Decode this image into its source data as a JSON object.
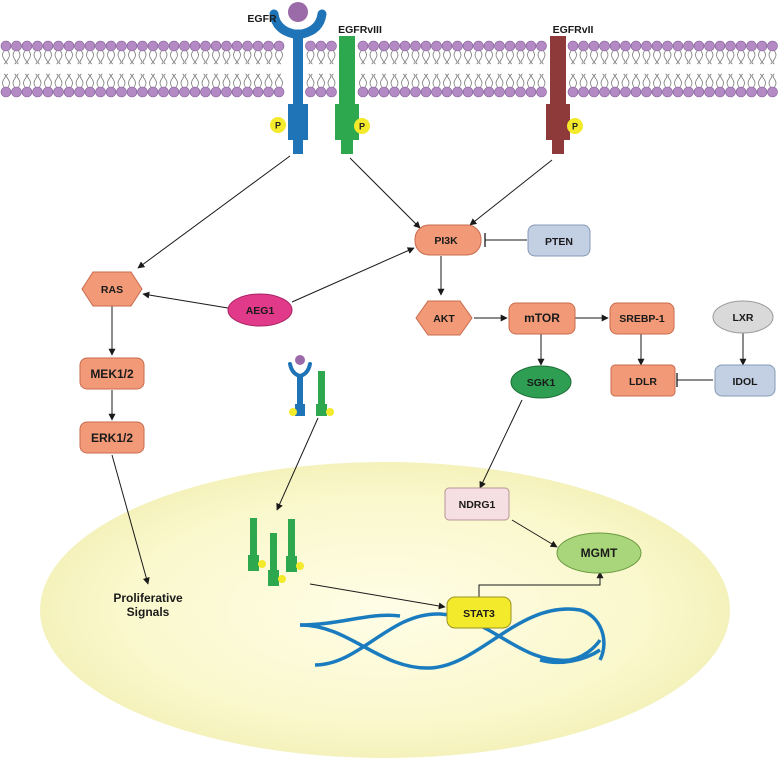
{
  "receptors": {
    "egfr": "EGFR",
    "egfrviii": "EGFRvIII",
    "egfrvii": "EGFRvII",
    "phospho": "P"
  },
  "nodes": {
    "ras": "RAS",
    "mek": "MEK1/2",
    "erk": "ERK1/2",
    "aeg1": "AEG1",
    "pi3k": "PI3K",
    "pten": "PTEN",
    "akt": "AKT",
    "mtor": "mTOR",
    "srebp": "SREBP-1",
    "lxr": "LXR",
    "ldlr": "LDLR",
    "idol": "IDOL",
    "sgk1": "SGK1",
    "ndrg1": "NDRG1",
    "mgmt": "MGMT",
    "stat3": "STAT3"
  },
  "labels": {
    "proliferative_line1": "Proliferative",
    "proliferative_line2": "Signals"
  },
  "colors": {
    "membrane_head": "#b48ac4",
    "membrane_head_stroke": "#7d5a94",
    "egfr_blue": "#1f74b7",
    "egfrviii_green": "#2ea84f",
    "egfrvii_red": "#8f3a3a",
    "ligand": "#9b6aa9",
    "phospho_yellow": "#f2ea2a",
    "salmon": "#f29a78",
    "pink": "#e13a8b",
    "light_blue": "#c3d0e4",
    "grey": "#d9d9d9",
    "green_node": "#2e9e52",
    "light_green": "#a9d67a",
    "pale_pink": "#f6dfe2",
    "stat3_yellow": "#f4ea2c",
    "nucleus": "#f7f6c9",
    "dna_blue": "#1a7cbf"
  }
}
